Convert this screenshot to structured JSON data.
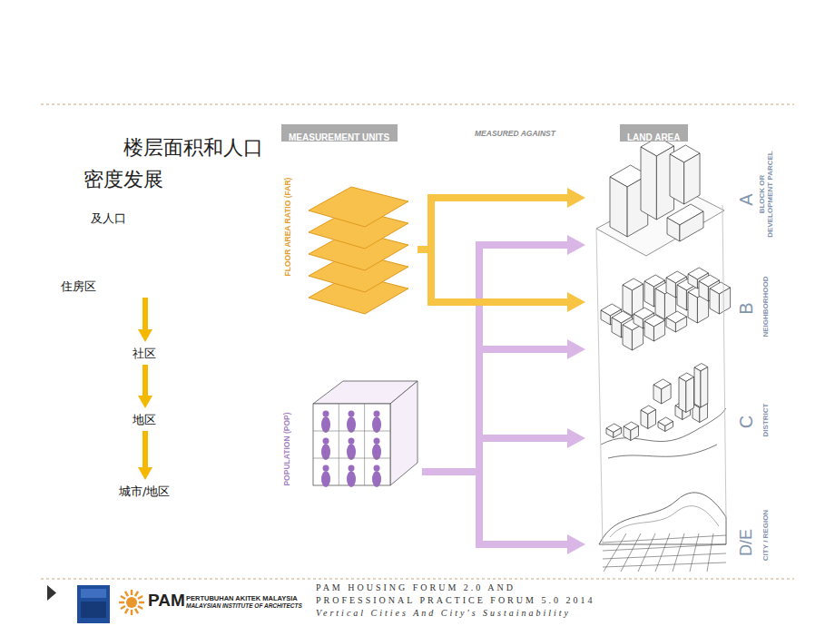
{
  "diagram": {
    "title": "楼层面积和人口密度发展",
    "nodes": [
      {
        "text": [
          "住房区"
        ]
      },
      {
        "text": [
          "社区"
        ]
      },
      {
        "text": [
          "地区"
        ]
      },
      {
        "text": [
          "城市/地区"
        ]
      },
      {
        "text": [
          "MEASUREMENT UNITS"
        ]
      },
      {
        "text": [
          "LAND AREA"
        ]
      },
      {
        "text": [
          "FLOOR AREA RATIO (FAR)"
        ]
      },
      {
        "text": [
          "A",
          "BLOCK OR DEVELOPMENT PARCEL"
        ]
      },
      {
        "text": [
          "B",
          "NEIGHBORHOOD"
        ]
      },
      {
        "text": [
          "POPULATION (POP)"
        ]
      },
      {
        "text": [
          "C",
          "DISTRICT"
        ]
      },
      {
        "text": [
          "D/E",
          "CITY / REGION"
        ]
      }
    ],
    "edges": [
      {
        "from": 0,
        "to": 1,
        "arrow": "to"
      },
      {
        "from": 1,
        "to": 2,
        "arrow": "to"
      },
      {
        "from": 2,
        "to": 3,
        "arrow": "to"
      },
      {
        "from": 6,
        "to": 7,
        "arrow": "to"
      },
      {
        "from": 6,
        "to": 8,
        "arrow": "to"
      },
      {
        "from": 9,
        "to": 7,
        "arrow": "to"
      },
      {
        "from": 9,
        "to": 8,
        "arrow": "to"
      },
      {
        "from": 9,
        "to": 10,
        "arrow": "to"
      },
      {
        "from": 9,
        "to": 11,
        "arrow": "to"
      }
    ],
    "labels": [
      "及人口",
      "MEASURED AGAINST",
      "PAM",
      "PERTUBUHAN AKITEK MALAYSIA",
      "MALAYSIAN INSTITUTE OF ARCHITECTS",
      "PAM HOUSING FORUM 2.0 AND",
      "PROFESSIONAL PRACTICE FORUM 5.0 2014",
      "Vertical Cities And City's Sustainability"
    ]
  }
}
